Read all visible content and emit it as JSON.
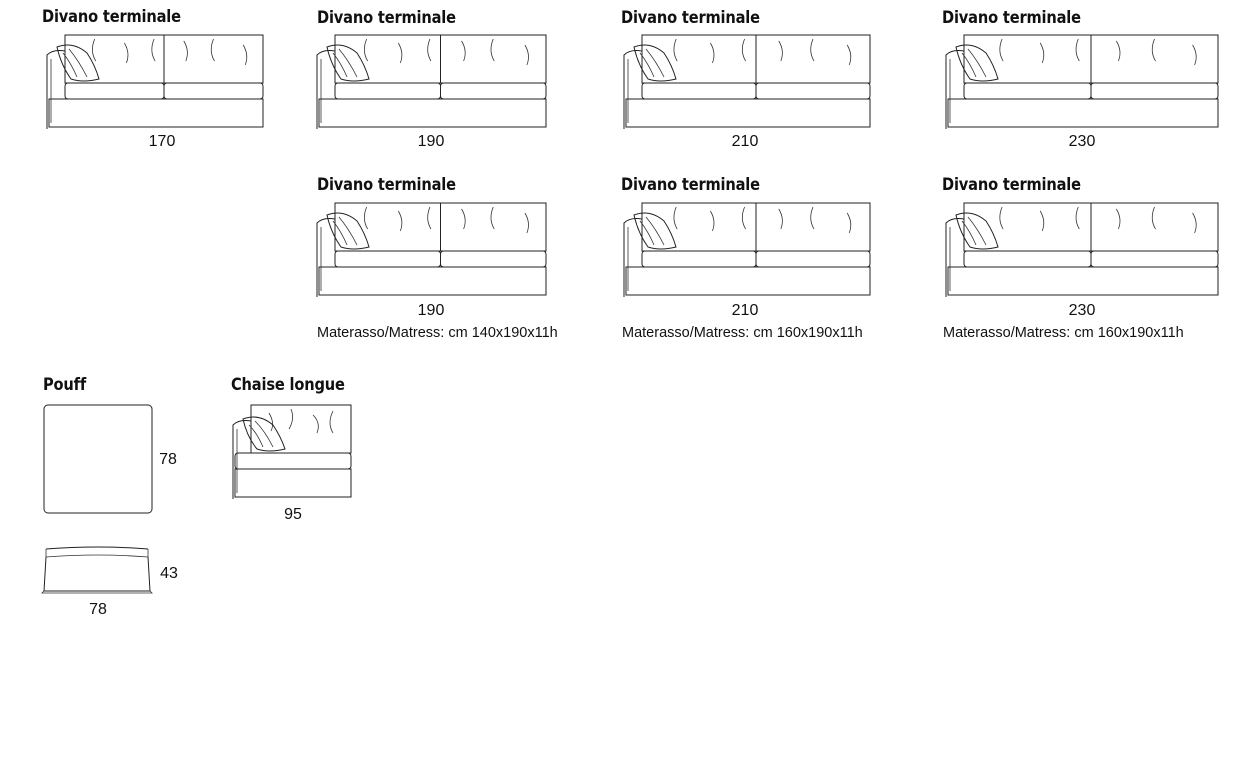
{
  "modules": {
    "sofa_170": {
      "title": "Divano terminale",
      "width": "170"
    },
    "sofa_190": {
      "title": "Divano terminale",
      "width": "190"
    },
    "sofa_210": {
      "title": "Divano terminale",
      "width": "210"
    },
    "sofa_230": {
      "title": "Divano terminale",
      "width": "230"
    },
    "sofabed_190": {
      "title": "Divano terminale",
      "width": "190",
      "mattress": "Materasso/Matress: cm 140x190x11h"
    },
    "sofabed_210": {
      "title": "Divano terminale",
      "width": "210",
      "mattress": "Materasso/Matress: cm 160x190x11h"
    },
    "sofabed_230": {
      "title": "Divano terminale",
      "width": "230",
      "mattress": "Materasso/Matress: cm 160x190x11h"
    },
    "pouff": {
      "title": "Pouff",
      "depth": "78",
      "height": "43",
      "width": "78"
    },
    "chaise": {
      "title": "Chaise longue",
      "width": "95"
    }
  }
}
